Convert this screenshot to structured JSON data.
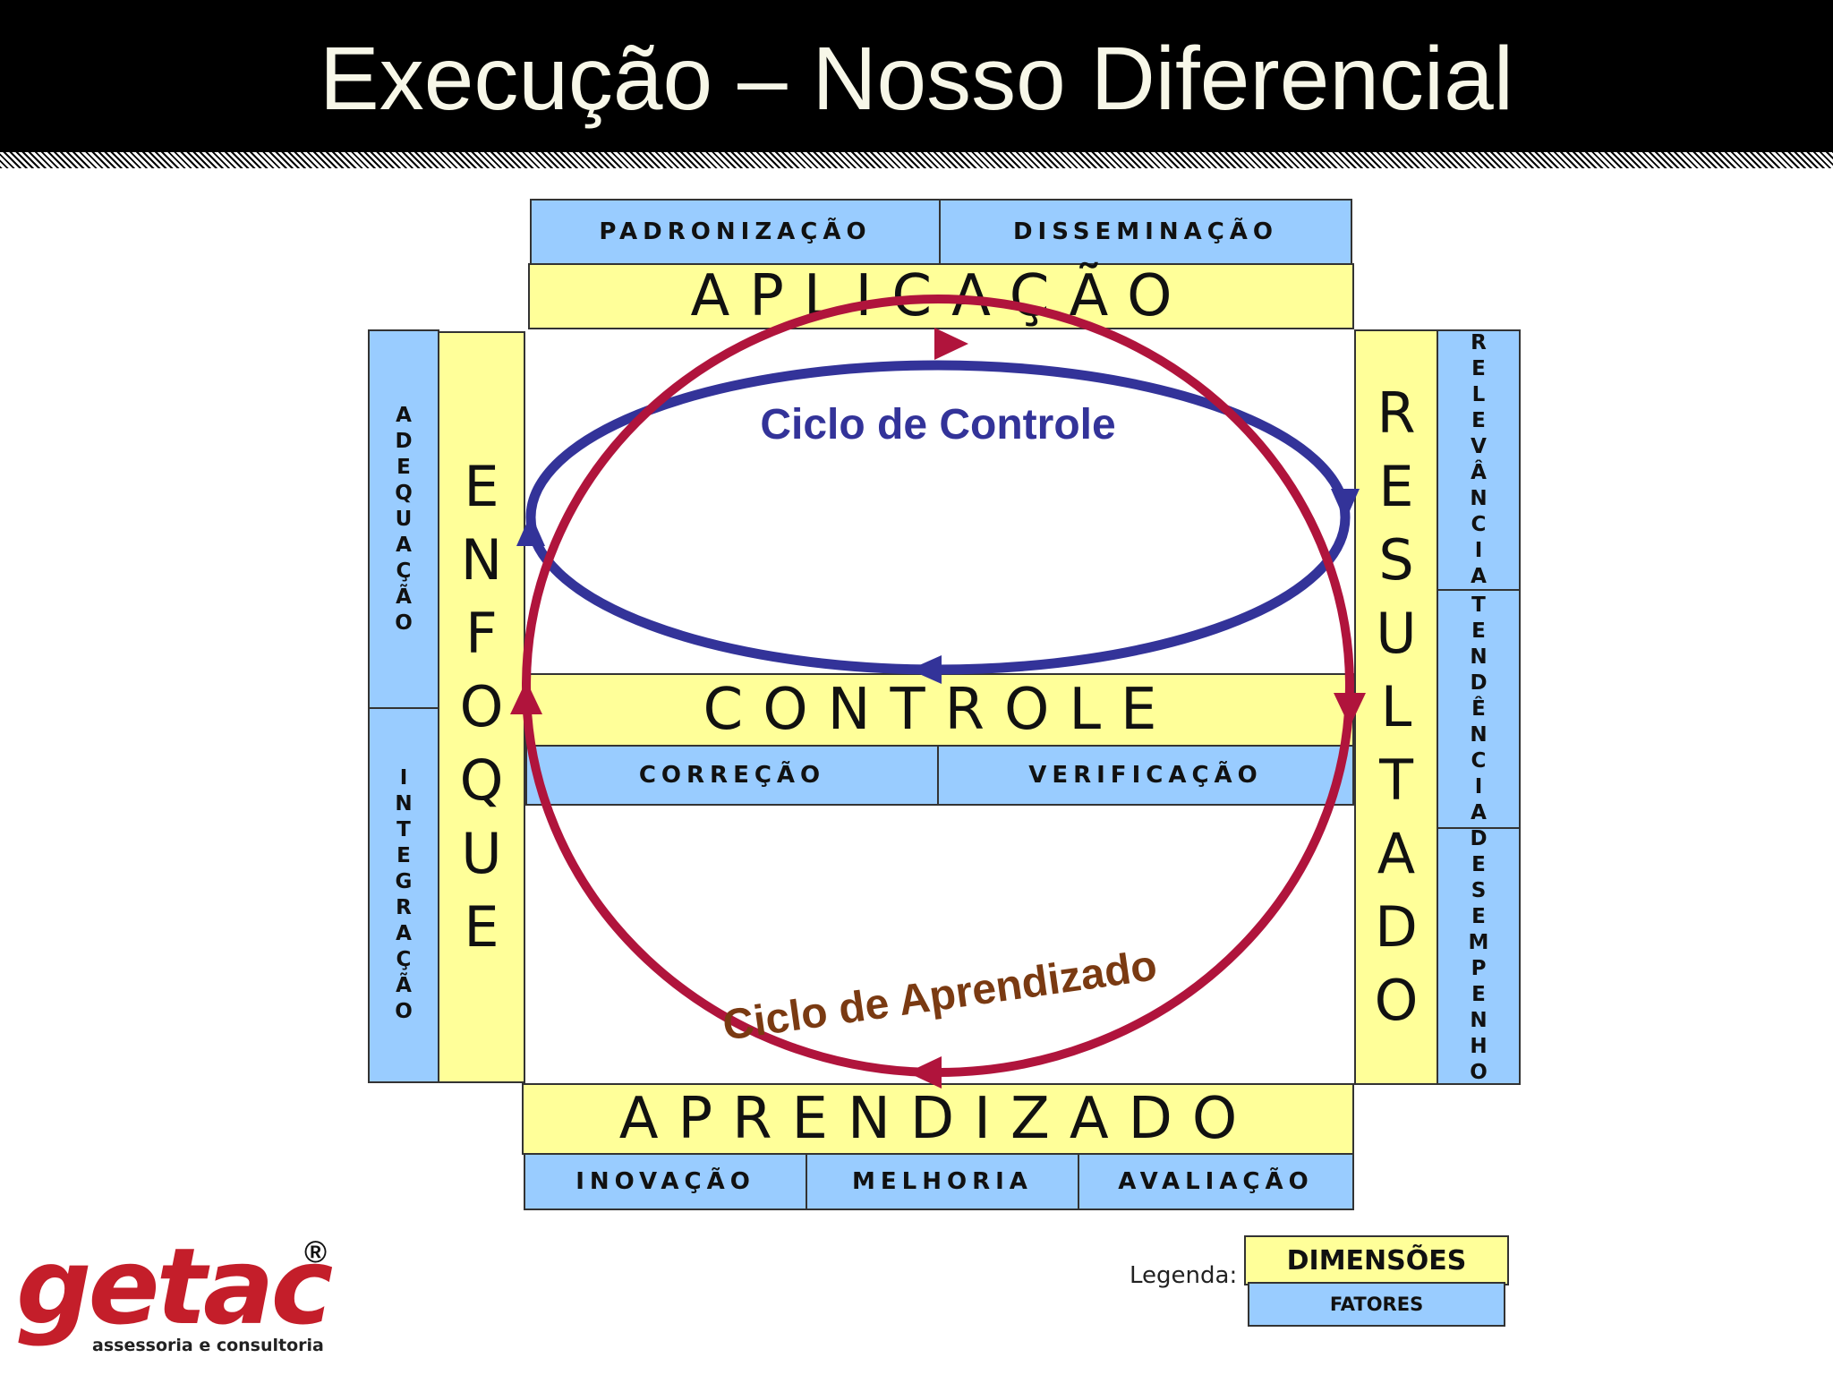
{
  "title": "Execução – Nosso Diferencial",
  "top": {
    "factors": [
      "PADRONIZAÇÃO",
      "DISSEMINAÇÃO"
    ],
    "dimension": "APLICAÇÃO"
  },
  "left": {
    "factors": [
      "ADEQUAÇÃO",
      "INTEGRAÇÃO"
    ],
    "dimension": "ENFOQUE"
  },
  "right": {
    "factors": [
      "RELEVÂNCIA",
      "TENDÊNCIA",
      "DESEMPENHO"
    ],
    "dimension": "RESULTADO"
  },
  "center": {
    "dimension": "CONTROLE",
    "factors": [
      "CORREÇÃO",
      "VERIFICAÇÃO"
    ]
  },
  "bottom": {
    "dimension": "APRENDIZADO",
    "factors": [
      "INOVAÇÃO",
      "MELHORIA",
      "AVALIAÇÃO"
    ]
  },
  "cycles": {
    "control": {
      "label": "Ciclo de Controle",
      "color": "#333399"
    },
    "learning": {
      "label": "Ciclo de Aprendizado",
      "color": "#b0143c",
      "label_color": "#7a3a12"
    }
  },
  "legend": {
    "label": "Legenda:",
    "dimension": "DIMENSÕES",
    "factor": "FATORES"
  },
  "logo": {
    "name": "getac",
    "registered": "®",
    "tagline": "assessoria e consultoria"
  }
}
